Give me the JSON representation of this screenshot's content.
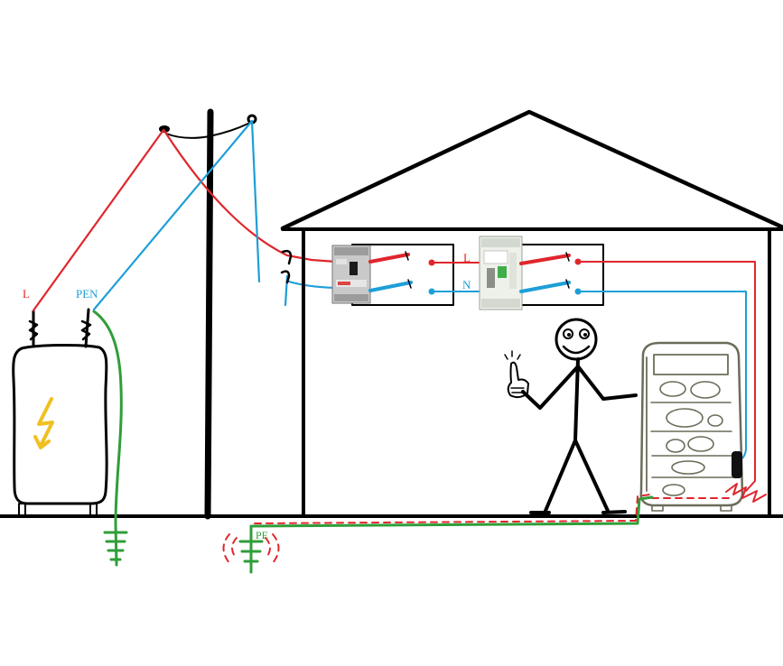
{
  "labels": {
    "transformer_line": "L",
    "transformer_pen": "PEN",
    "house_line": "L",
    "house_neutral": "N",
    "earth_pe": "PE"
  },
  "colors": {
    "line_conductor": "#e0262c",
    "neutral_conductor": "#1d9fd8",
    "earth_conductor": "#2f9e3a",
    "lightning": "#f0c020",
    "appliance": "#6c6c5a",
    "outline": "#000000",
    "background": "#ffffff"
  },
  "icons": {
    "transformer": "transformer-icon",
    "lightning": "lightning-bolt-icon",
    "ground": "ground-symbol-icon",
    "breaker": "rcd-breaker-icon",
    "fridge": "fridge-icon",
    "plug": "plug-icon",
    "thumbs_up": "thumbs-up-icon"
  }
}
